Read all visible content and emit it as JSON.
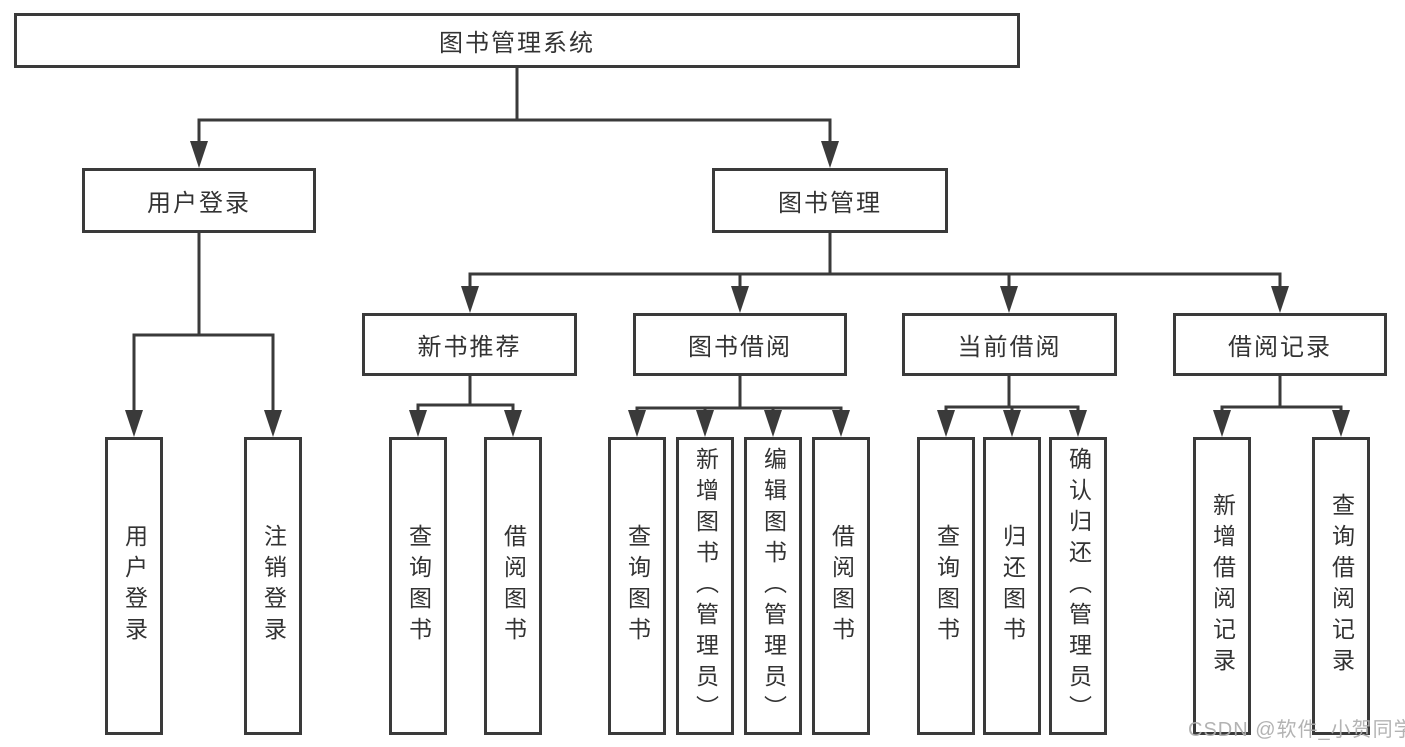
{
  "diagram": {
    "root": {
      "label": "图书管理系统"
    },
    "branches": [
      {
        "label": "用户登录",
        "children": [
          {
            "label": "用户登录"
          },
          {
            "label": "注销登录"
          }
        ]
      },
      {
        "label": "图书管理",
        "children": [
          {
            "label": "新书推荐",
            "children": [
              {
                "label": "查询图书"
              },
              {
                "label": "借阅图书"
              }
            ]
          },
          {
            "label": "图书借阅",
            "children": [
              {
                "label": "查询图书"
              },
              {
                "label": "新增图书（管理员）"
              },
              {
                "label": "编辑图书（管理员）"
              },
              {
                "label": "借阅图书"
              }
            ]
          },
          {
            "label": "当前借阅",
            "children": [
              {
                "label": "查询图书"
              },
              {
                "label": "归还图书"
              },
              {
                "label": "确认归还（管理员）"
              }
            ]
          },
          {
            "label": "借阅记录",
            "children": [
              {
                "label": "新增借阅记录"
              },
              {
                "label": "查询借阅记录"
              }
            ]
          }
        ]
      }
    ],
    "watermark": "CSDN @软件_小贺同学",
    "colors": {
      "line": "#3a3a3a",
      "text": "#333333",
      "background": "#ffffff",
      "watermark": "#afafaf"
    }
  }
}
